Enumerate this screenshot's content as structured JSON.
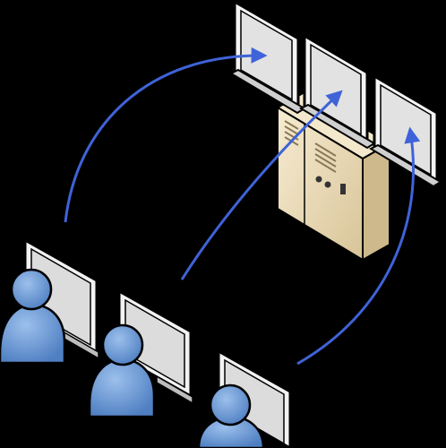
{
  "diagram": {
    "kind": "client-server network illustration",
    "background_color": "#000000",
    "colors": {
      "arrow": "#3f63d8",
      "server_case": "#ecdcb6",
      "server_case_shade": "#cdb98c",
      "monitor_frame": "#f2f2f2",
      "monitor_screen": "#dcdcdc",
      "user_body": "#5b8fd0",
      "user_highlight": "#9cc0ec"
    },
    "icons": {
      "server": "server-tower-icon",
      "server_display": "monitor-icon",
      "client_workstation": "computer-monitor-icon",
      "user": "user-person-icon",
      "connection": "curved-arrow-icon"
    },
    "server_displays": [
      {
        "id": "server-display-1"
      },
      {
        "id": "server-display-2"
      },
      {
        "id": "server-display-3"
      }
    ],
    "clients": [
      {
        "id": "client-1"
      },
      {
        "id": "client-2"
      },
      {
        "id": "client-3"
      }
    ],
    "connections": [
      {
        "from": "client-1",
        "to": "server-display-1"
      },
      {
        "from": "client-2",
        "to": "server-display-2"
      },
      {
        "from": "client-3",
        "to": "server-display-3"
      }
    ]
  }
}
